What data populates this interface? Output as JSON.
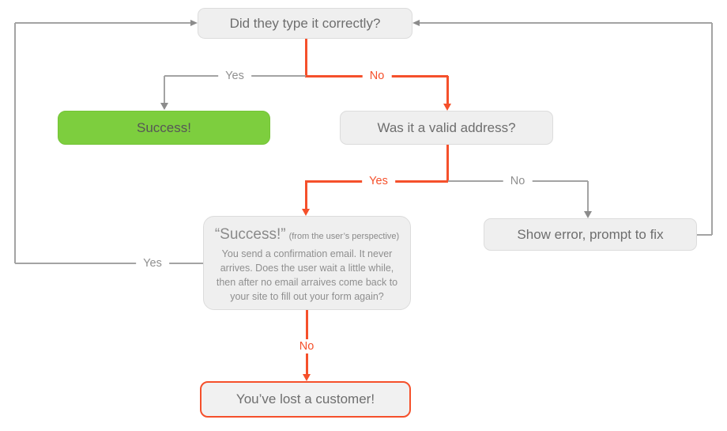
{
  "diagram": {
    "type": "flowchart",
    "topic": "Email signup confirmation flow",
    "colors": {
      "accent_red": "#f5502b",
      "success_green": "#7dce3e",
      "node_fill": "#efefef",
      "node_border": "#dcdcdc",
      "node_text": "#6e6e6e",
      "line_gray": "#a3a3a3",
      "label_gray": "#8f8f8f"
    },
    "nodes": {
      "typed_correctly": {
        "label": "Did they type it correctly?"
      },
      "success": {
        "label": "Success!"
      },
      "valid_address": {
        "label": "Was it a valid address?"
      },
      "user_perspective": {
        "title": "“Success!”",
        "note": "(from the user’s perspective)",
        "body": "You send a confirmation email. It never arrives. Does the user wait a little while, then after no email arraives come back to your site to fill out your form again?"
      },
      "show_error": {
        "label": "Show error, prompt to fix"
      },
      "lost_customer": {
        "label": "You’ve lost a customer!"
      }
    },
    "edges": {
      "typed_yes": {
        "label": "Yes",
        "color": "gray",
        "from": "typed_correctly",
        "to": "success"
      },
      "typed_no": {
        "label": "No",
        "color": "red",
        "from": "typed_correctly",
        "to": "valid_address"
      },
      "valid_yes": {
        "label": "Yes",
        "color": "red",
        "from": "valid_address",
        "to": "user_perspective"
      },
      "valid_no": {
        "label": "No",
        "color": "gray",
        "from": "valid_address",
        "to": "show_error"
      },
      "wait_no": {
        "label": "No",
        "color": "red",
        "from": "user_perspective",
        "to": "lost_customer"
      },
      "retry_yes": {
        "label": "Yes",
        "color": "gray",
        "from": "user_perspective",
        "to": "typed_correctly"
      },
      "fix_loop": {
        "label": "",
        "color": "gray",
        "from": "show_error",
        "to": "typed_correctly"
      }
    }
  }
}
